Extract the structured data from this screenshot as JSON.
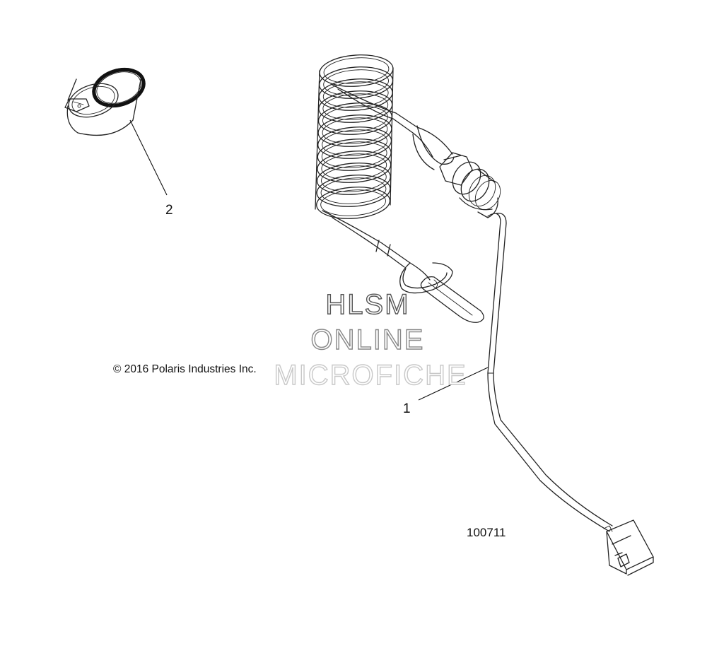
{
  "diagram": {
    "callouts": [
      {
        "id": "callout-1",
        "text": "1"
      },
      {
        "id": "callout-2",
        "text": "2"
      }
    ],
    "copyright": "© 2016 Polaris Industries Inc.",
    "figure_number": "100711",
    "watermark": {
      "line1": "HLSM",
      "line2": "ONLINE",
      "line3": "MICROFICHE",
      "colors": [
        "#555555",
        "#888888",
        "#c8c8c8"
      ]
    }
  }
}
